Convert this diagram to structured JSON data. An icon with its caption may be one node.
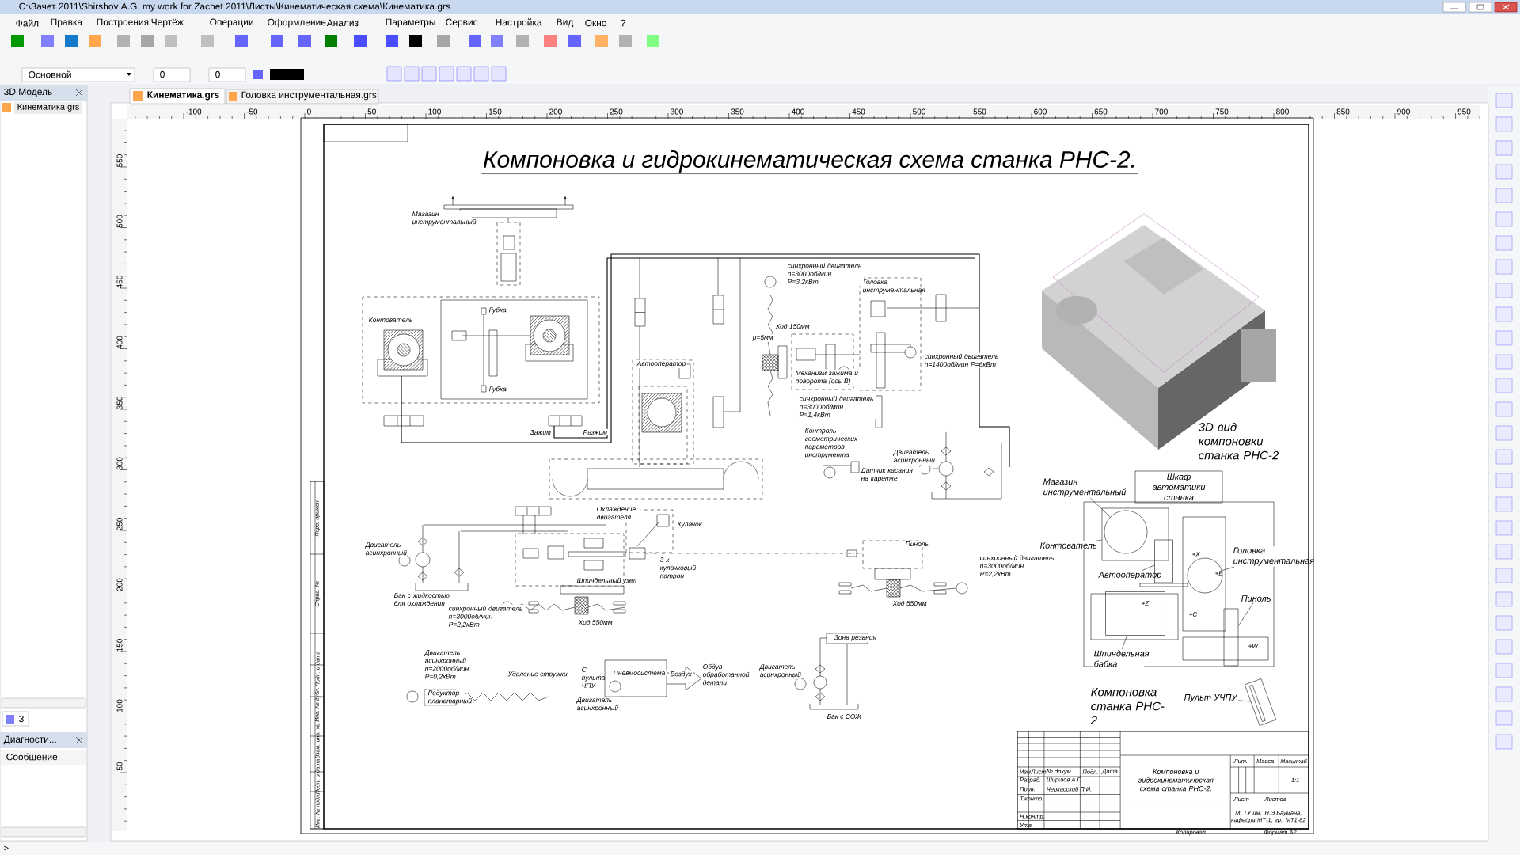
{
  "diagram": {
    "title": "Компоновка и гидрокинематическая схема станка РНС-2.",
    "nodes": [
      {
        "text": [
          "Шкаф автоматики станка"
        ]
      },
      {
        "text": [
          "Магазин инструментальный"
        ]
      },
      {
        "text": [
          "Контователь"
        ]
      },
      {
        "text": [],
        "shape": "box"
      },
      {
        "text": [],
        "shape": "circle",
        "in": 3
      },
      {
        "text": [
          "Автооператор"
        ]
      },
      {
        "text": [],
        "shape": "box"
      },
      {
        "text": [
          "Головка инструментальная"
        ]
      },
      {
        "text": [],
        "shape": "circle"
      },
      {
        "text": [
          "Пиноль"
        ]
      },
      {
        "text": [],
        "shape": "box"
      },
      {
        "text": [
          "Шпиндельная бабка"
        ]
      },
      {
        "text": [],
        "shape": "box"
      },
      {
        "text": [
          "Пульт УЧПУ"
        ]
      },
      {
        "text": [],
        "shape": "picture"
      }
    ],
    "edges": [
      {
        "from": 1,
        "to": 4,
        "arrow": "none"
      },
      {
        "from": 2,
        "to": 3,
        "arrow": "none"
      },
      {
        "from": 5,
        "to": 6,
        "arrow": "none"
      },
      {
        "from": 7,
        "to": 8,
        "arrow": "none"
      },
      {
        "from": 9,
        "to": 10,
        "arrow": "none"
      },
      {
        "from": 11,
        "to": 12,
        "arrow": "none"
      },
      {
        "from": 13,
        "to": 14,
        "arrow": "none"
      }
    ],
    "labels": [
      "C:\\Зачет 2011\\Shirshov A.G. my work for Zachet 2011\\Листы\\Кинематическая схема\\Кинематика.grs",
      "Файл",
      "Правка",
      "Построения",
      "Чертёж",
      "Операции",
      "Оформление",
      "Анализ",
      "Параметры",
      "Сервис",
      "Настройка",
      "Вид",
      "Окно",
      "?",
      "Основной",
      "0",
      "0",
      "3D Модель",
      "Кинематика.grs",
      "Кинематика.grs",
      "Головка инструментальная.grs",
      "3",
      "Диагности...",
      "Сообщение",
      ">",
      "-100",
      "-50",
      "0",
      "50",
      "100",
      "150",
      "200",
      "250",
      "300",
      "350",
      "400",
      "450",
      "500",
      "550",
      "600",
      "650",
      "700",
      "750",
      "800",
      "850",
      "900",
      "950",
      "550",
      "500",
      "450",
      "400",
      "350",
      "300",
      "250",
      "200",
      "150",
      "100",
      "50",
      "Магазин инструментальный",
      "Контователь",
      "Губка",
      "Губка",
      "Зажим",
      "Разжим",
      "Автооператор",
      "Ход 150мм",
      "р=5мм",
      "Механизм зажима и поворота (ось В)",
      "Головка инструментальная",
      "Контроль геометрических параметров инструмента",
      "Датчик касания на каретке",
      "Двигатель асинхронный",
      "Охлаждение двигателя",
      "Кулачок",
      "3-х кулачковый патрон",
      "Шпиндельный узел",
      "Двигатель асинхронный",
      "Бак с жидкостью для охлаждения",
      "Ход 550мм",
      "Пиноль",
      "Ход 550мм",
      "Двигатель асинхронный",
      "Удаление стружки",
      "Редуктор планетарный",
      "Пневмосистема",
      "С пульта ЧПУ",
      "Воздух",
      "Обдув обработанной детали",
      "Зона резания",
      "Бак с СОЖ",
      "Двигатель асинхронный",
      "Двигатель асинхронный n=2000об/мин P=0,2кВт",
      "синхронный двигатель n=3000об/мин P=2,2кВт",
      "синхронный двигатель n=3000об/мин P=2,2кВт",
      "синхронный двигатель n=3000об/мин P=3,2кВт",
      "синхронный двигатель n=3000об/мин P=1,4кВт",
      "синхронный двигатель n=1400об/мин P=6кВт",
      "3D-вид компоновки станка РНС-2",
      "Компоновка станка РНС-2",
      "+X",
      "+B",
      "+Z",
      "+C",
      "+W",
      "Изм",
      "Лист",
      "№ докум.",
      "Подп.",
      "Дата",
      "Разраб.",
      "Ширшов А.Г.",
      "Пров.",
      "Черкасский П.И.",
      "Т.контр.",
      "Н.контр.",
      "Утв.",
      "Компоновка и гидрокинематическая схема станка РНС-2.",
      "Лит.",
      "Масса",
      "Масштаб",
      "1:1",
      "Лист",
      "Листов",
      "МГТУ им. Н.Э.Баумана, кафедра МТ-1, гр. МТ1-82",
      "Копировал",
      "Формат А2",
      "Перв. примен.",
      "Справ. №",
      "Подп. и дата",
      "Инв. № дубл.",
      "Взам. инв. №",
      "Подп. и дата",
      "Инв. № подл."
    ]
  }
}
